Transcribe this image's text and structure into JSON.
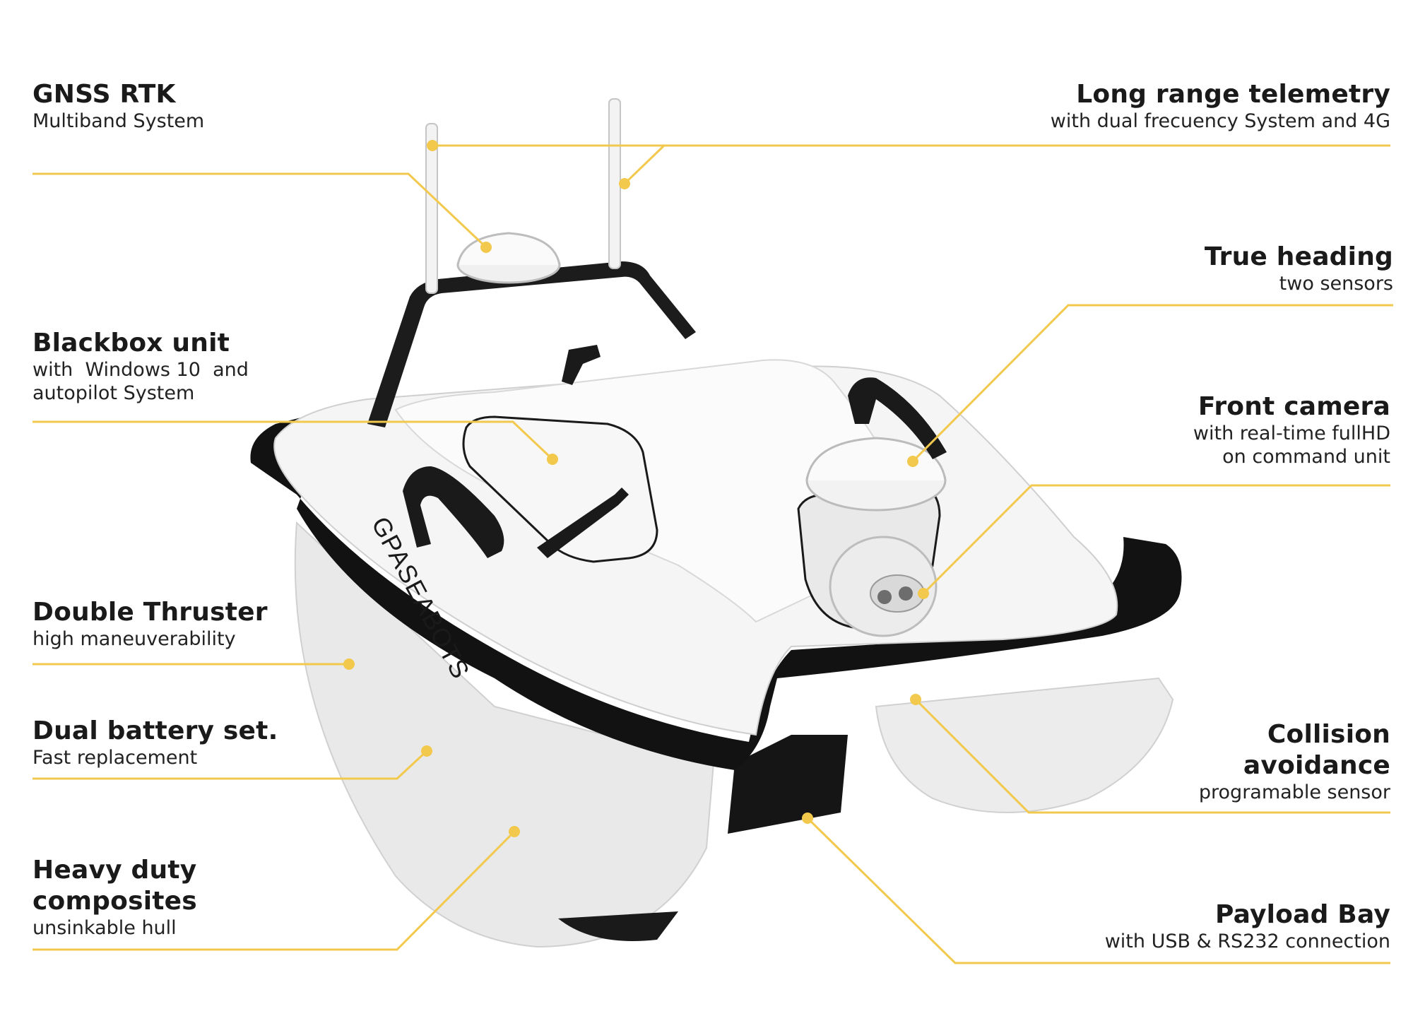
{
  "colors": {
    "accent": "#F2C94C",
    "hull": "#f4f4f4",
    "trim": "#121212",
    "text": "#1a1a1a"
  },
  "brand": {
    "logo_text": "GPASEABOTS"
  },
  "callouts": {
    "gnss": {
      "title": "GNSS RTK",
      "subtitle": "Multiband System"
    },
    "telemetry": {
      "title": "Long range telemetry",
      "subtitle": "with dual frecuency System and 4G"
    },
    "heading": {
      "title": "True heading",
      "subtitle": "two sensors"
    },
    "blackbox": {
      "title": "Blackbox unit",
      "subtitle_line1": "with  Windows 10  and",
      "subtitle_line2": "autopilot System"
    },
    "camera": {
      "title": "Front camera",
      "subtitle_line1": "with real-time fullHD",
      "subtitle_line2": "on command unit"
    },
    "thruster": {
      "title": "Double Thruster",
      "subtitle": "high maneuverability"
    },
    "battery": {
      "title": "Dual battery set.",
      "subtitle": "Fast replacement"
    },
    "collision": {
      "title_line1": "Collision",
      "title_line2": "avoidance",
      "subtitle": "programable sensor"
    },
    "composites": {
      "title_line1": "Heavy duty",
      "title_line2": "composites",
      "subtitle": "unsinkable hull"
    },
    "payload": {
      "title": "Payload Bay",
      "subtitle": "with USB & RS232 connection"
    }
  }
}
